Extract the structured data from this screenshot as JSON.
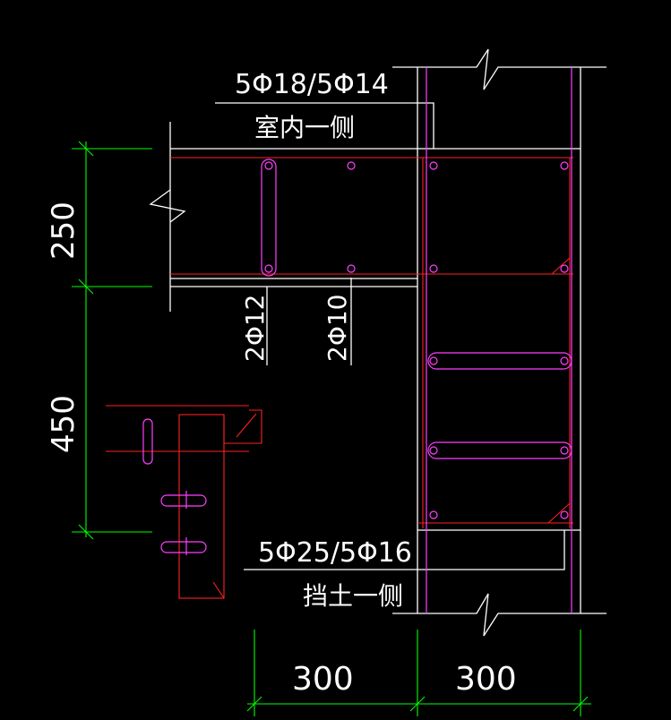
{
  "colors": {
    "background": "#000000",
    "outline": "#ffffff",
    "rebar": "#ff2020",
    "stirrup": "#ff40ff",
    "dimension": "#00ff00"
  },
  "labels": {
    "top_rebar": "5Φ18/5Φ14",
    "indoor_side": "室内一侧",
    "bottom_rebar": "5Φ25/5Φ16",
    "soil_side": "挡土一侧",
    "slab_rebar_a": "2Φ12",
    "slab_rebar_b": "2Φ10"
  },
  "dimensions": {
    "vertical_top": "250",
    "vertical_bottom": "450",
    "horizontal_left": "300",
    "horizontal_right": "300"
  }
}
